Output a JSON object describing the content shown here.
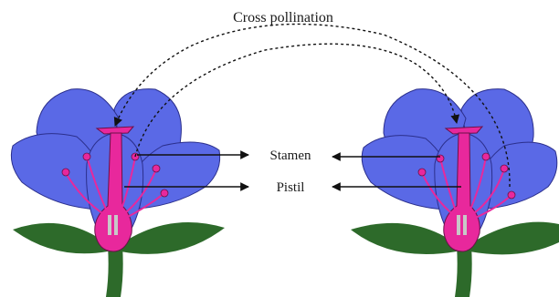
{
  "diagram": {
    "title": "Cross pollination",
    "labels": {
      "stamen": "Stamen",
      "pistil": "Pistil"
    }
  },
  "colors": {
    "petal": "#5a69e6",
    "petal_stroke": "#2b2f8c",
    "pistil": "#e8289c",
    "pistil_stroke": "#6a1048",
    "leaf": "#2d6a2a",
    "stem": "#2d6a2a",
    "ovary_inner": "#c8c8c8",
    "text": "#1a1a1a"
  }
}
